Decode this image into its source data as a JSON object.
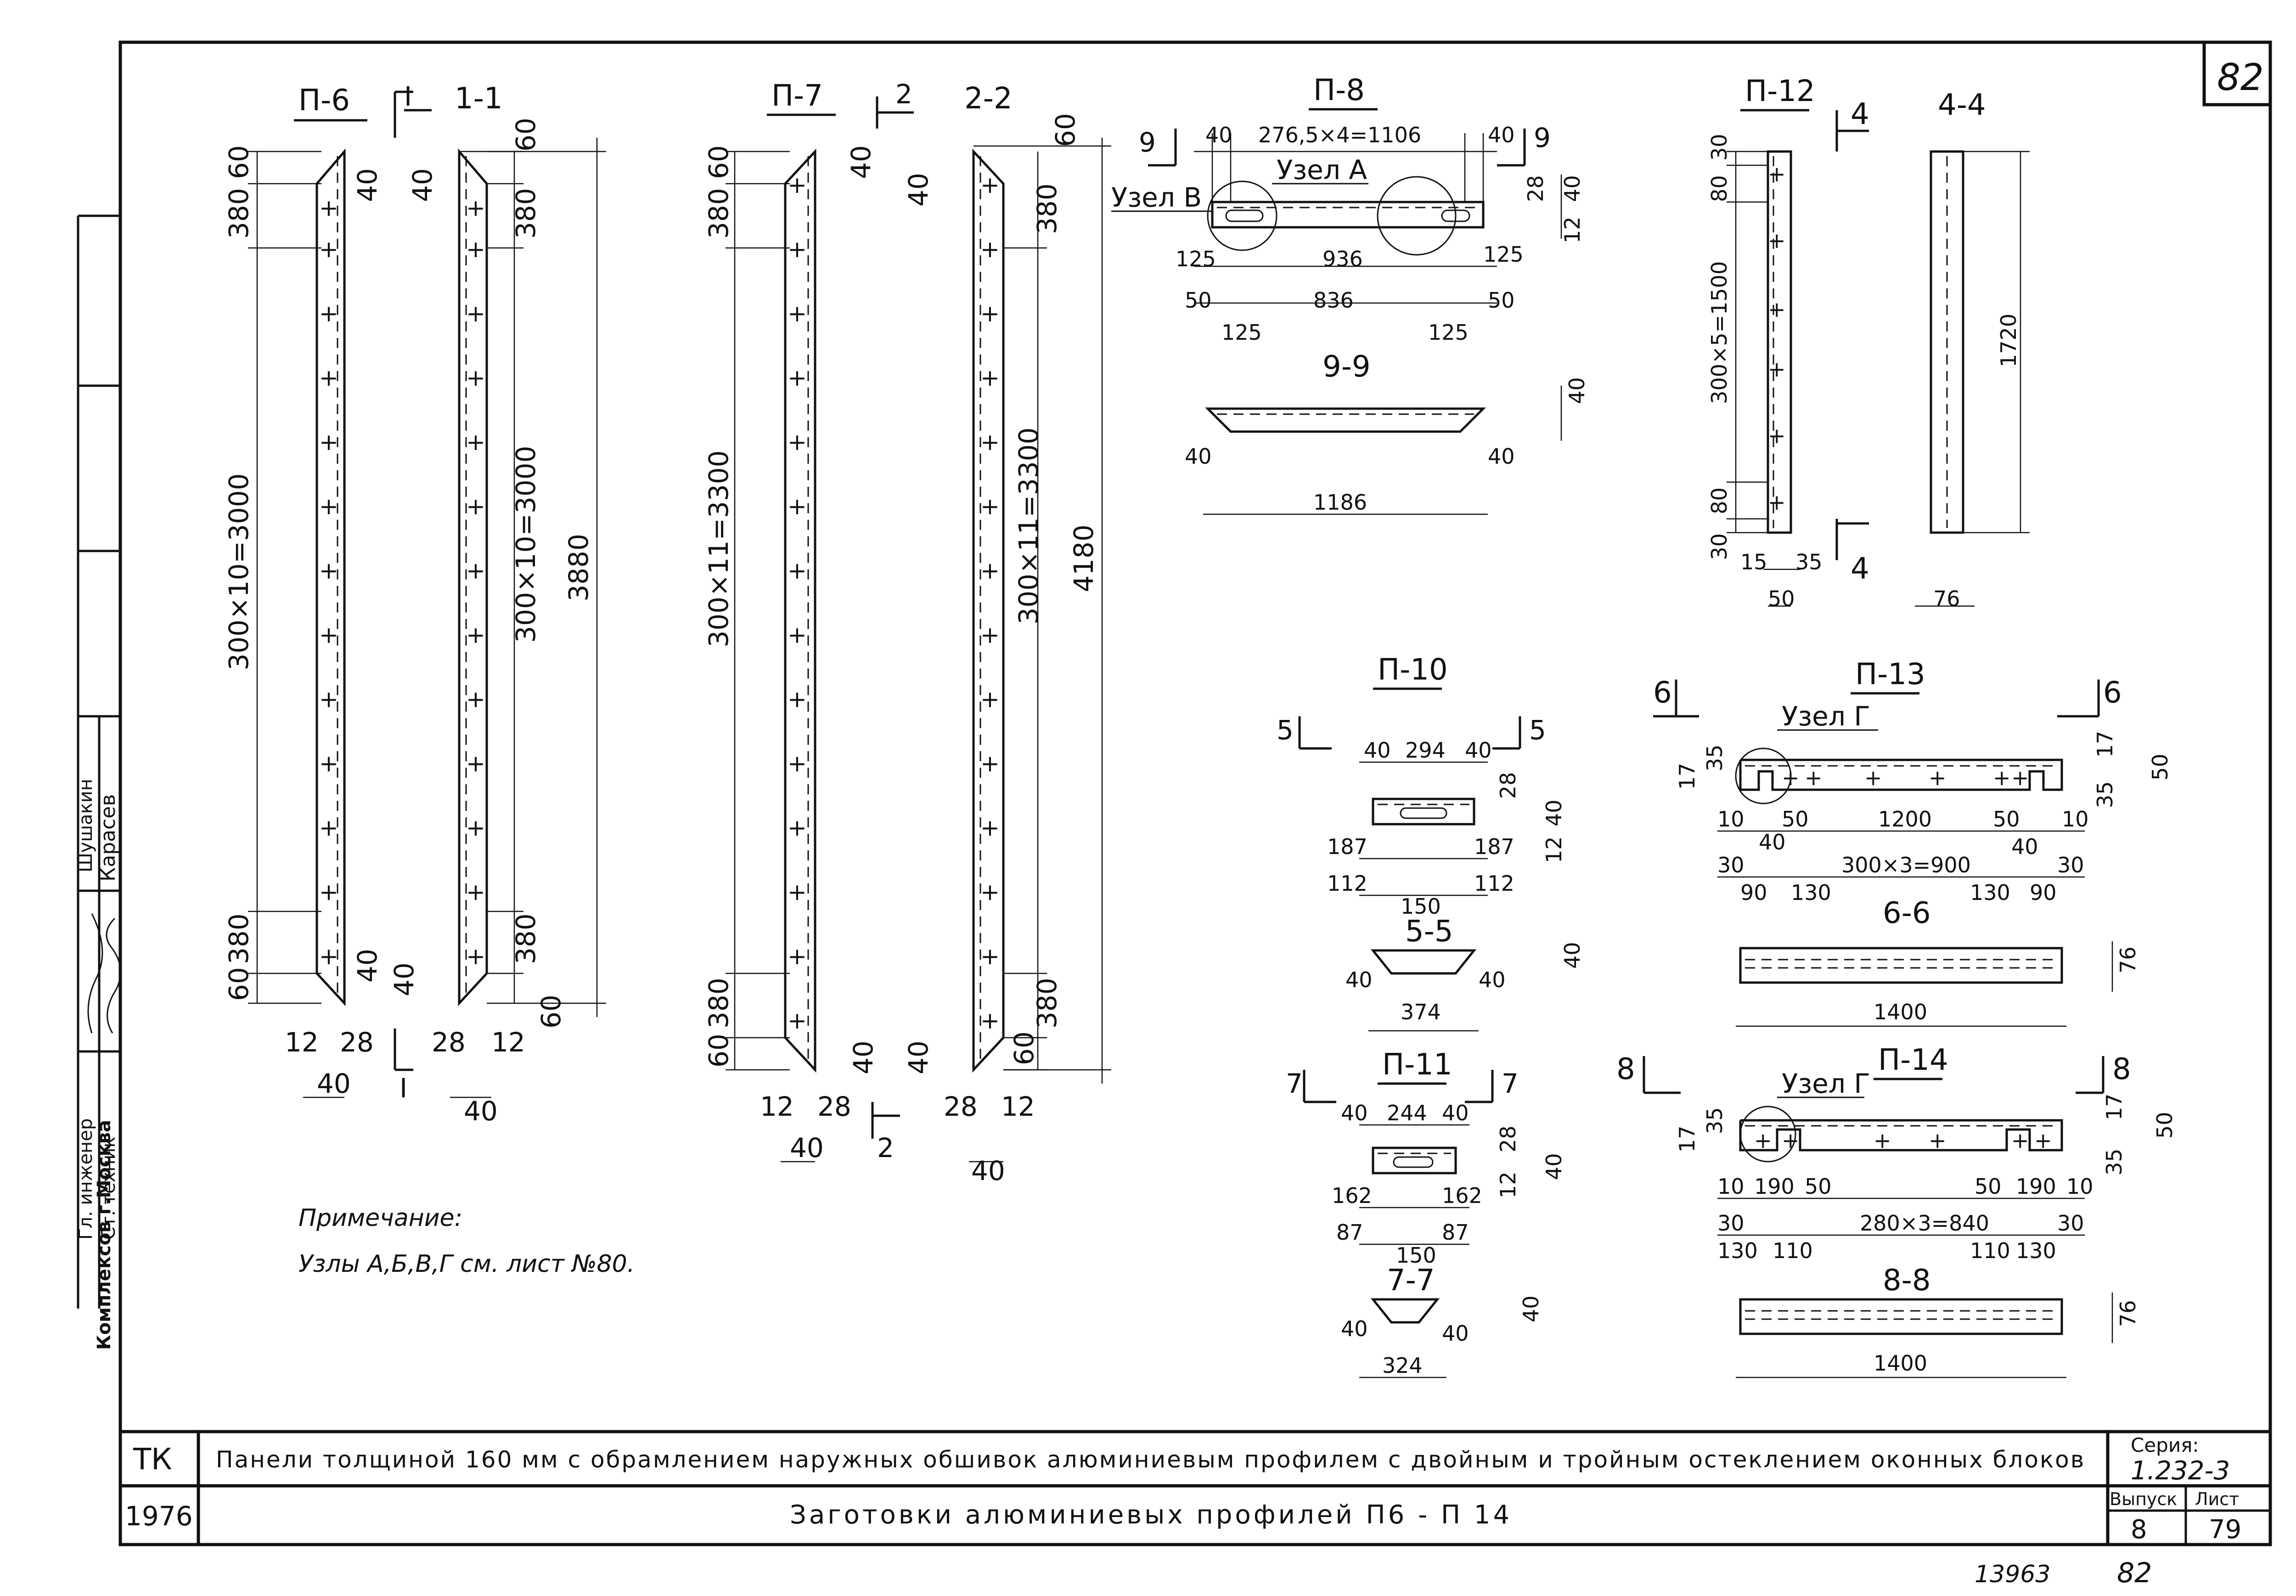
{
  "sheet_number": "82",
  "bottom_stamp": {
    "code": "13963",
    "page": "82"
  },
  "title_block": {
    "org_code": "ТК",
    "year": "1976",
    "main_title": "Панели толщиной 160 мм с обрамлением наружных обшивок алюминиевым профилем с двойным и тройным остеклением оконных блоков",
    "sub_title": "Заготовки алюминиевых профилей П6 - П 14",
    "series_label": "Серия:",
    "series_value": "1.232-3",
    "issue_label": "Выпуск",
    "issue_value": "8",
    "sheet_label": "Лист",
    "sheet_value": "79"
  },
  "side_stamp": {
    "org": "Комплексов г.Москва",
    "role1": "Гл. инженер",
    "role2": "Ст. техник",
    "name1": "Шушакин",
    "name2": "Карасев"
  },
  "note": {
    "heading": "Примечание:",
    "text": "Узлы А,Б,В,Г см. лист №80."
  },
  "drawings": {
    "p6": {
      "label": "П-6",
      "section": "I",
      "section_title": "1-1",
      "end_label": "I",
      "dims": [
        "60",
        "380",
        "300×10=3000",
        "380",
        "60",
        "40",
        "40",
        "60",
        "380",
        "300×10=3000",
        "380",
        "3880",
        "40",
        "40",
        "60",
        "12",
        "28",
        "40",
        "28",
        "12",
        "40"
      ]
    },
    "p7": {
      "label": "П-7",
      "section": "2",
      "section_title": "2-2",
      "end_label": "2",
      "dims": [
        "60",
        "380",
        "300×11=3300",
        "380",
        "60",
        "40",
        "40",
        "60",
        "380",
        "300×11=3300",
        "380",
        "60",
        "4180",
        "40",
        "40",
        "12",
        "28",
        "40",
        "28",
        "12",
        "40"
      ]
    },
    "p8": {
      "label": "П-8",
      "node_a": "Узел А",
      "node_b": "Узел В",
      "sec": "9",
      "dims": [
        "40",
        "276,5×4=1106",
        "40",
        "28",
        "40",
        "12",
        "125",
        "936",
        "125",
        "50",
        "836",
        "50",
        "125",
        "125"
      ]
    },
    "s99": {
      "label": "9-9",
      "dims": [
        "40",
        "40",
        "40",
        "1186"
      ]
    },
    "p12": {
      "label": "П-12",
      "sec": "4",
      "dims": [
        "30",
        "80",
        "300×5=1500",
        "80",
        "30",
        "15",
        "35",
        "50"
      ]
    },
    "s44": {
      "label": "4-4",
      "dims": [
        "1720",
        "76"
      ]
    },
    "p10": {
      "label": "П-10",
      "sec": "5",
      "dims": [
        "40",
        "294",
        "40",
        "28",
        "40",
        "12",
        "187",
        "187",
        "112",
        "150",
        "112"
      ]
    },
    "s55": {
      "label": "5-5",
      "dims": [
        "40",
        "40",
        "40",
        "374"
      ]
    },
    "p11": {
      "label": "П-11",
      "sec": "7",
      "dims": [
        "40",
        "244",
        "40",
        "28",
        "40",
        "12",
        "162",
        "162",
        "87",
        "150",
        "87"
      ]
    },
    "s77": {
      "label": "7-7",
      "dims": [
        "40",
        "40",
        "40",
        "324"
      ]
    },
    "p13": {
      "label": "П-13",
      "node": "Узел Г",
      "sec": "6",
      "dims": [
        "17",
        "35",
        "17",
        "50",
        "35",
        "10",
        "50",
        "1200",
        "50",
        "10",
        "40",
        "40",
        "30",
        "300×3=900",
        "30",
        "90",
        "130",
        "130",
        "90"
      ]
    },
    "s66": {
      "label": "6-6",
      "dims": [
        "76",
        "1400"
      ]
    },
    "p14": {
      "label": "П-14",
      "node": "Узел Г",
      "sec": "8",
      "dims": [
        "17",
        "35",
        "17",
        "50",
        "35",
        "10",
        "190",
        "50",
        "50",
        "190",
        "10",
        "30",
        "280×3=840",
        "30",
        "130",
        "110",
        "110",
        "130"
      ]
    },
    "s88": {
      "label": "8-8",
      "dims": [
        "76",
        "1400"
      ]
    }
  }
}
